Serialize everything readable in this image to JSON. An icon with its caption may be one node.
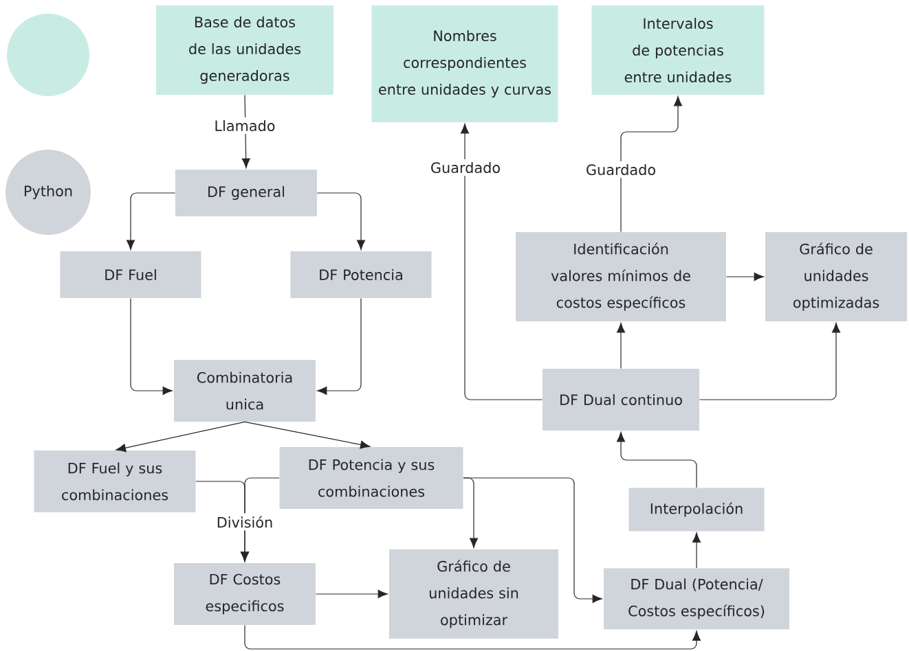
{
  "diagram": {
    "nodes": [
      {
        "text": [],
        "shape": "circle"
      },
      {
        "text": [
          "Python"
        ]
      },
      {
        "text": [
          "Base de datos de las unidades generadoras"
        ]
      },
      {
        "text": [
          "Nombres correspondientes entre unidades y curvas"
        ]
      },
      {
        "text": [
          "Intervalos de potencias entre unidades"
        ]
      },
      {
        "text": [
          "DF general"
        ]
      },
      {
        "text": [
          "DF Fuel"
        ]
      },
      {
        "text": [
          "DF Potencia"
        ]
      },
      {
        "text": [
          "Combinatoria unica"
        ]
      },
      {
        "text": [
          "DF Fuel y sus combinaciones"
        ]
      },
      {
        "text": [
          "DF Potencia y sus combinaciones"
        ]
      },
      {
        "text": [
          "DF Costos especificos"
        ]
      },
      {
        "text": [
          "Gráfico de unidades sin optimizar"
        ]
      },
      {
        "text": [
          "DF Dual (Potencia/ Costos específicos)"
        ]
      },
      {
        "text": [
          "Interpolación"
        ]
      },
      {
        "text": [
          "DF Dual continuo"
        ]
      },
      {
        "text": [
          "Identificación valores mínimos de costos específicos"
        ]
      },
      {
        "text": [
          "Gráfico de unidades optimizadas"
        ]
      }
    ],
    "edges": [
      {
        "from": 2,
        "to": 5,
        "arrow": "to",
        "label": "Llamado"
      },
      {
        "from": 5,
        "to": 6,
        "arrow": "to"
      },
      {
        "from": 5,
        "to": 7,
        "arrow": "to"
      },
      {
        "from": 6,
        "to": 8,
        "arrow": "to"
      },
      {
        "from": 7,
        "to": 8,
        "arrow": "to"
      },
      {
        "from": 8,
        "to": 9,
        "arrow": "to"
      },
      {
        "from": 8,
        "to": 10,
        "arrow": "to"
      },
      {
        "from": 9,
        "to": 11,
        "arrow": "to",
        "label": "División"
      },
      {
        "from": 10,
        "to": 11,
        "arrow": "to"
      },
      {
        "from": 10,
        "to": 12,
        "arrow": "to"
      },
      {
        "from": 10,
        "to": 13,
        "arrow": "to"
      },
      {
        "from": 11,
        "to": 12,
        "arrow": "to"
      },
      {
        "from": 11,
        "to": 13,
        "arrow": "to"
      },
      {
        "from": 13,
        "to": 14,
        "arrow": "to"
      },
      {
        "from": 14,
        "to": 15,
        "arrow": "to"
      },
      {
        "from": 15,
        "to": 3,
        "arrow": "to",
        "label": "Guardado"
      },
      {
        "from": 15,
        "to": 17,
        "arrow": "to"
      },
      {
        "from": 15,
        "to": 16,
        "arrow": "to"
      },
      {
        "from": 16,
        "to": 17,
        "arrow": "to"
      },
      {
        "from": 16,
        "to": 4,
        "arrow": "to",
        "label": "Guardado"
      }
    ]
  }
}
